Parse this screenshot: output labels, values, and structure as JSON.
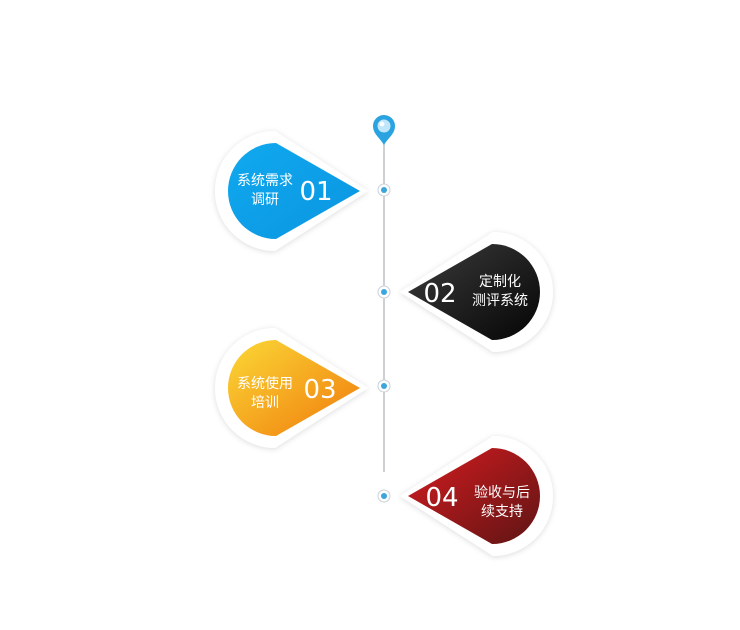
{
  "steps": [
    {
      "number": "01",
      "line1": "系统需求",
      "line2": "调研",
      "colors": [
        "#10a9ef",
        "#0a95e0"
      ]
    },
    {
      "number": "02",
      "line1": "定制化",
      "line2": "测评系统",
      "colors": [
        "#3c3c3c",
        "#050505"
      ]
    },
    {
      "number": "03",
      "line1": "系统使用",
      "line2": "培训",
      "colors": [
        "#fbd836",
        "#f07a0c"
      ]
    },
    {
      "number": "04",
      "line1": "验收与后",
      "line2": "续支持",
      "colors": [
        "#d61c20",
        "#5e1414"
      ]
    }
  ],
  "theme": {
    "timeline": "#b9bcc2",
    "node": "#3aa6dd",
    "pin": "#2aa3e0"
  }
}
